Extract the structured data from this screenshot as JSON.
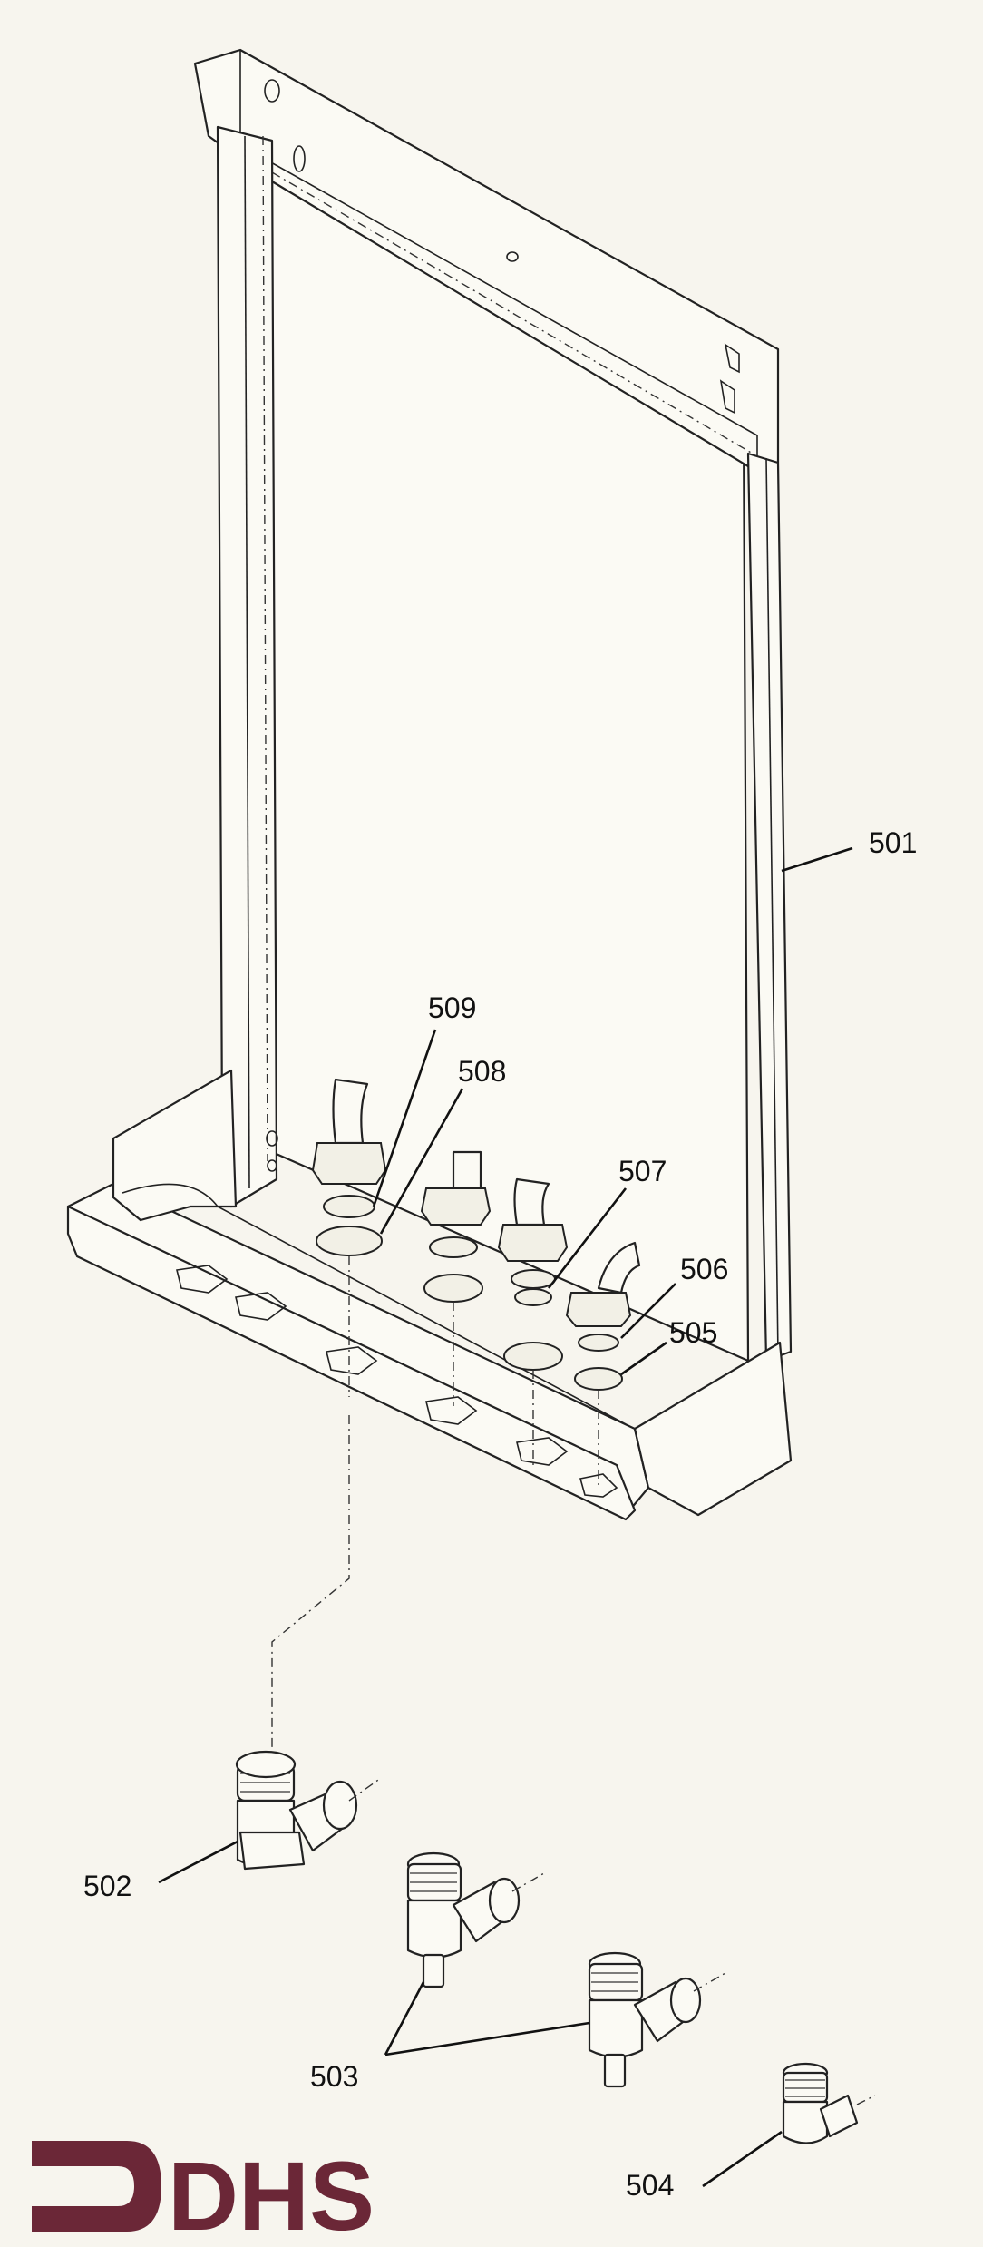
{
  "callouts": {
    "c501": "501",
    "c502": "502",
    "c503": "503",
    "c504": "504",
    "c505": "505",
    "c506": "506",
    "c507": "507",
    "c508": "508",
    "c509": "509"
  },
  "logo": {
    "text": "DHS",
    "color": "#6b2737"
  },
  "colors": {
    "background": "#f7f5ee",
    "line": "#222222"
  }
}
